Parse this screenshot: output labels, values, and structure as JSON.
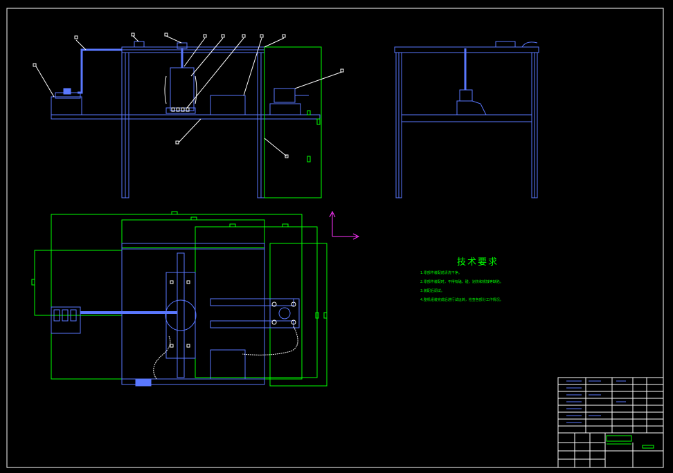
{
  "drawing": {
    "tech_requirements_title": "技术要求",
    "tech_notes": [
      "1.零部件装配前清洗干净。",
      "2.零部件装配时，不得有磕、碰、划伤和锈蚀等缺陷。",
      "3.装配后调试。",
      "4.整机组装完成后进行试运转，检查各部分工作情况。"
    ],
    "colors": {
      "background": "#000000",
      "outline": "#5a78ff",
      "hidden_lines": "#00ff00",
      "leaders": "#ffffff",
      "axes": "#ff33ff",
      "accent": "#ff3333"
    },
    "views": [
      "front-elevation",
      "side-elevation",
      "plan-view"
    ],
    "annotations": [
      "coordinate-axes-icon",
      "title-block",
      "balloon-leaders"
    ]
  }
}
